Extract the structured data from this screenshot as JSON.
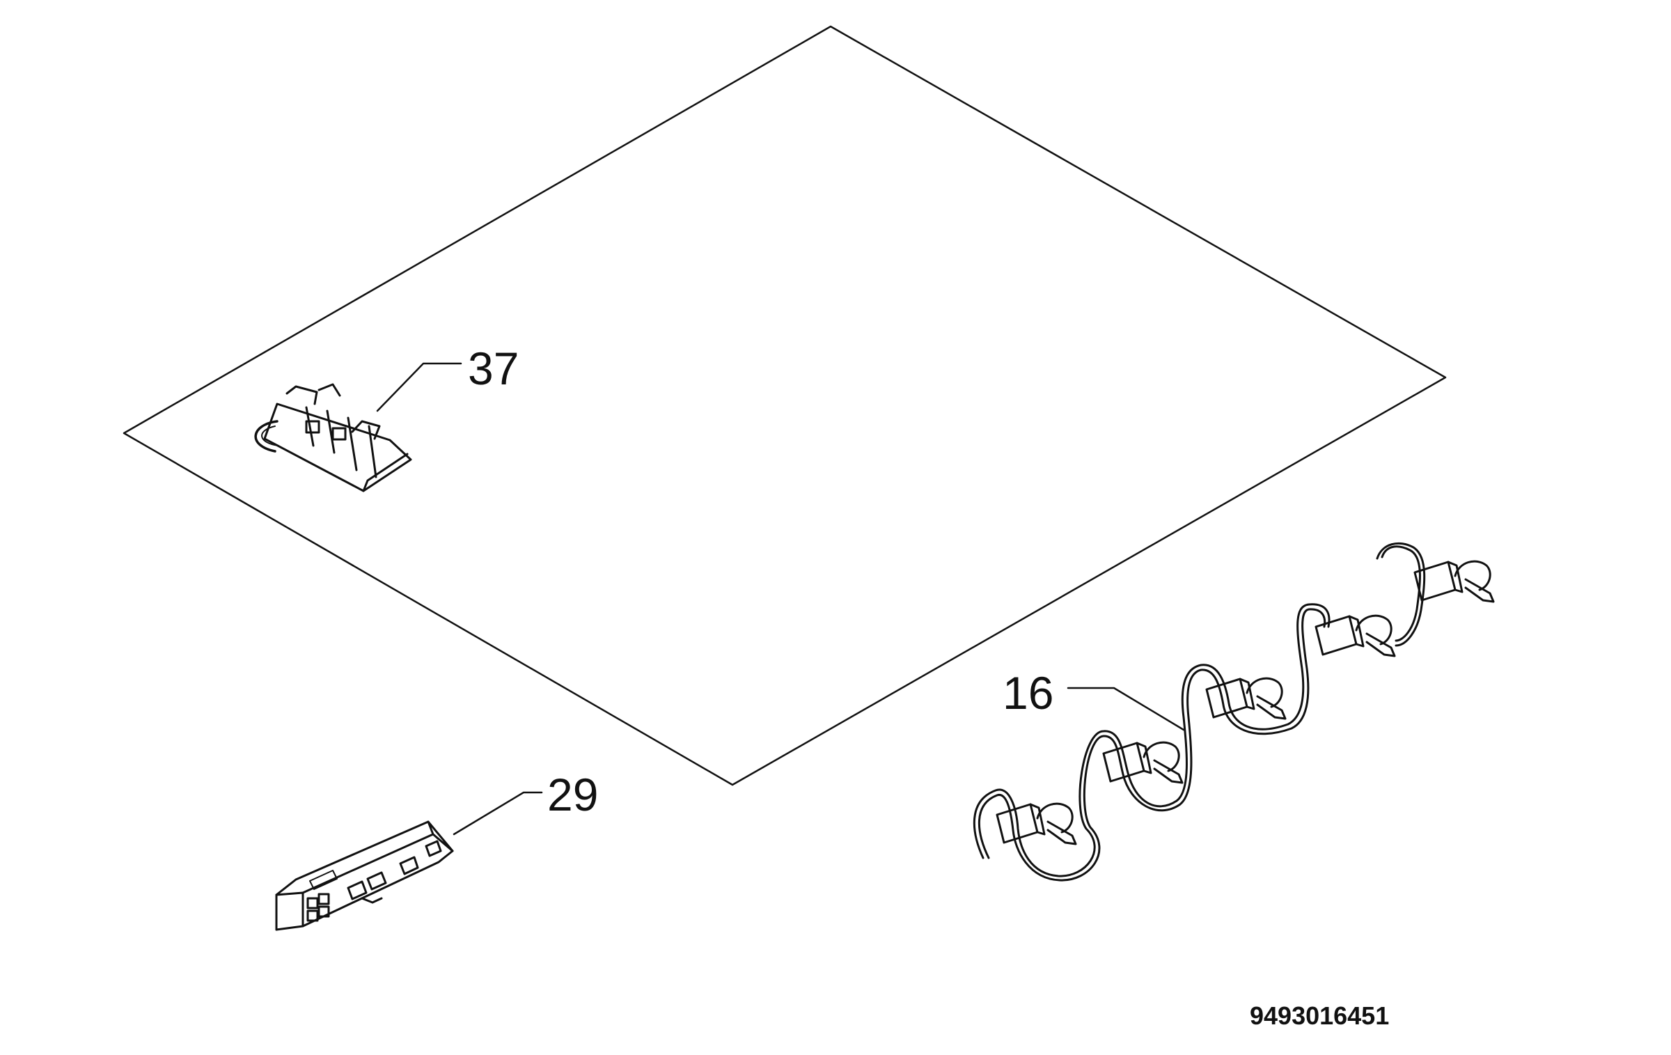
{
  "callouts": {
    "part_37": "37",
    "part_29": "29",
    "part_16": "16"
  },
  "document_number": "9493016451",
  "colors": {
    "line": "#111111",
    "background": "#ffffff"
  }
}
